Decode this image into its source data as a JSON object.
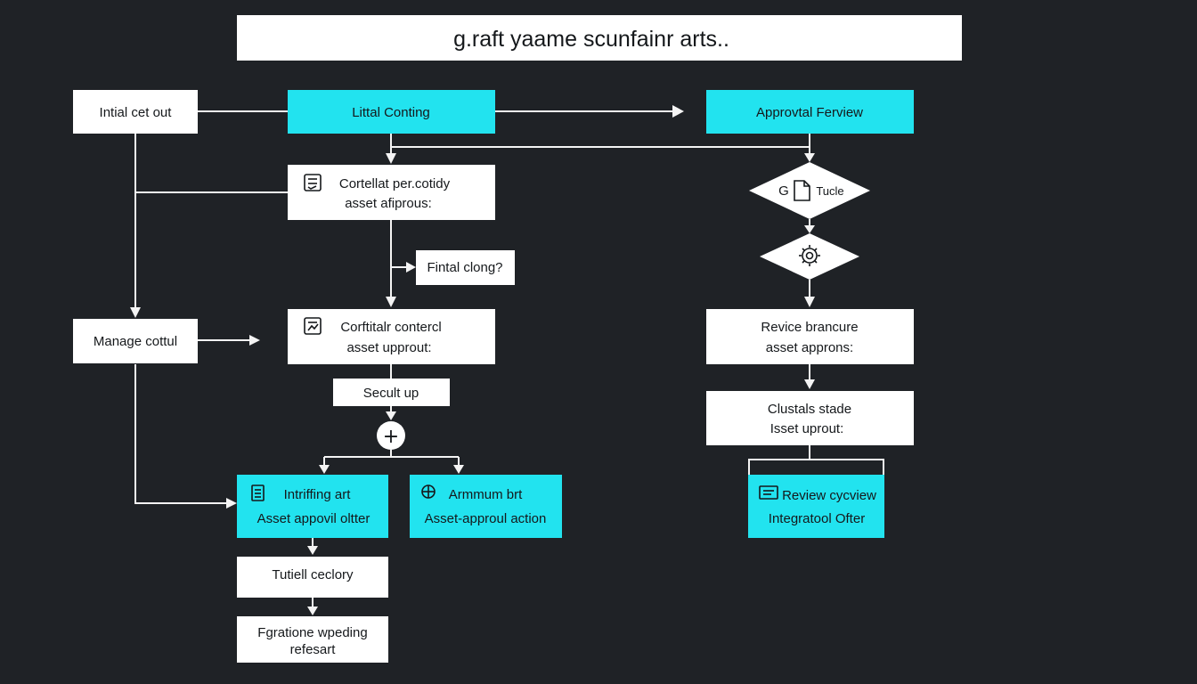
{
  "title": "g.raft  yaame scunfainr arts..",
  "colors": {
    "background": "#1f2226",
    "node_white": "#ffffff",
    "node_cyan": "#22e3ef",
    "edge": "#f4f4f4",
    "text": "#15181b"
  },
  "nodes": {
    "initial_cet_out": {
      "lines": [
        "Intial cet out"
      ],
      "style": "white"
    },
    "littal_conting": {
      "lines": [
        "Littal Conting"
      ],
      "style": "cyan"
    },
    "approvtal_ferview": {
      "lines": [
        "Approvtal Ferview"
      ],
      "style": "cyan"
    },
    "cortellat": {
      "lines": [
        "Cortellat per.cotidy",
        "asset afiprous:"
      ],
      "style": "white",
      "icon": "checklist-icon"
    },
    "gd_tucle": {
      "lines": [
        "G",
        "Tucle"
      ],
      "style": "white",
      "shape": "diamond",
      "icon": "document-icon"
    },
    "gear_decision": {
      "lines": [],
      "style": "white",
      "shape": "diamond",
      "icon": "gear-icon"
    },
    "fintal_clong": {
      "lines": [
        "Fintal clong?"
      ],
      "style": "white"
    },
    "manage_cottul": {
      "lines": [
        "Manage cottul"
      ],
      "style": "white"
    },
    "corftitalr": {
      "lines": [
        "Corftitalr contercl",
        "asset upprout:"
      ],
      "style": "white",
      "icon": "checklist-icon"
    },
    "revice_brancure": {
      "lines": [
        "Revice brancure",
        "asset approns:"
      ],
      "style": "white"
    },
    "secult_up": {
      "lines": [
        "Secult up"
      ],
      "style": "white"
    },
    "clustals_stade": {
      "lines": [
        "Clustals stade",
        "Isset uprout:"
      ],
      "style": "white"
    },
    "plus_junction": {
      "lines": [
        "+"
      ],
      "style": "white",
      "shape": "circle"
    },
    "intriffing_art": {
      "lines": [
        "Intriffing art",
        "Asset appovil oltter"
      ],
      "style": "cyan",
      "icon": "document-icon"
    },
    "armmum_brt": {
      "lines": [
        "Armmum brt",
        "Asset-approul action"
      ],
      "style": "cyan",
      "icon": "globe-icon"
    },
    "review_cycview": {
      "lines": [
        "Review cycview",
        "Integratool Ofter"
      ],
      "style": "cyan",
      "icon": "monitor-icon"
    },
    "tutiell_ceclory": {
      "lines": [
        "Tutiell ceclory"
      ],
      "style": "white"
    },
    "fgratione_wpeding": {
      "lines": [
        "Fgratione wpeding",
        "refesart"
      ],
      "style": "white"
    }
  }
}
